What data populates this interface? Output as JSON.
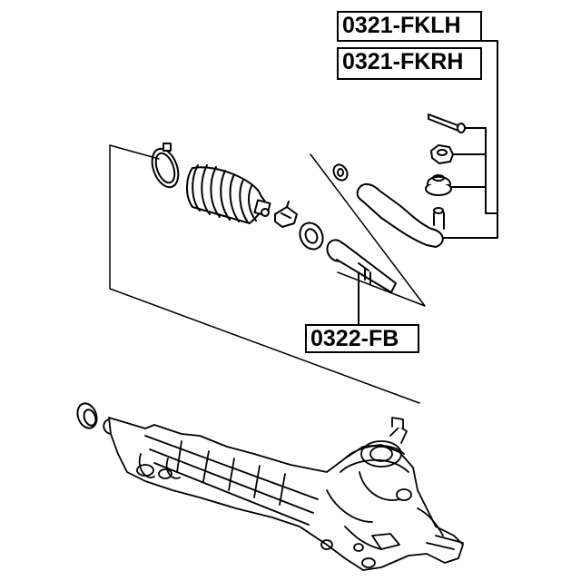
{
  "labels": {
    "tie_rod_end_left": "0321-FKLH",
    "tie_rod_end_right": "0321-FKRH",
    "axial_joint": "0322-FB"
  },
  "colors": {
    "line": "#000000",
    "background": "#ffffff",
    "label_border": "#000000"
  },
  "icons": {
    "boot_clamp": "ring",
    "bellows_boot": "bellows",
    "lock_nut": "nut",
    "lock_washer": "washer",
    "inner_bushing": "bushing",
    "axial_rod": "rod",
    "tie_rod_end": "ball-joint",
    "cotter_pin": "pin",
    "castle_nut": "nut",
    "dust_cover": "cap",
    "steering_rack": "rack-housing",
    "rack_seal": "ring"
  }
}
